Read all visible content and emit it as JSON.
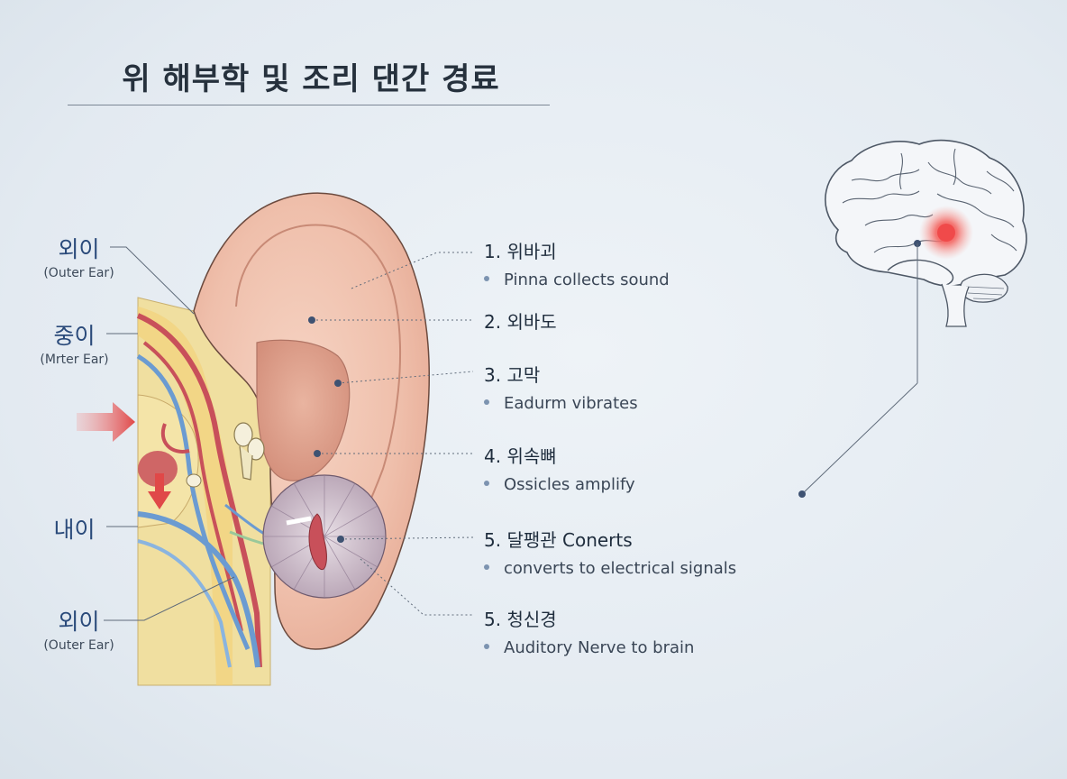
{
  "title": "위 해부학 및 조리 댄간 경료",
  "side_labels": [
    {
      "ko": "외이",
      "en": "(Outer Ear)"
    },
    {
      "ko": "중이",
      "en": "(Mrter Ear)"
    },
    {
      "ko": "내이",
      "en": ""
    },
    {
      "ko": "외이",
      "en": "(Outer Ear)"
    }
  ],
  "steps": [
    {
      "head": "1. 위바괴",
      "desc": "Pinna collects sound"
    },
    {
      "head": "2. 외바도",
      "desc": ""
    },
    {
      "head": "3. 고막",
      "desc": "Eadurm vibrates"
    },
    {
      "head": "4. 위속뼈",
      "desc": "Ossicles amplify"
    },
    {
      "head": "5. 달팽관 Conerts",
      "desc": "converts to electrical signals"
    },
    {
      "head": "5. 청신경",
      "desc": "Auditory Nerve to brain"
    }
  ],
  "colors": {
    "skin": "#f1c6b0",
    "skin_dark": "#d99985",
    "bone": "#f0df98",
    "vessel_red": "#c8505a",
    "nerve_blue": "#6b9bd1",
    "arrow_red": "#e55050",
    "brain_hotspot": "#f04a4a"
  }
}
